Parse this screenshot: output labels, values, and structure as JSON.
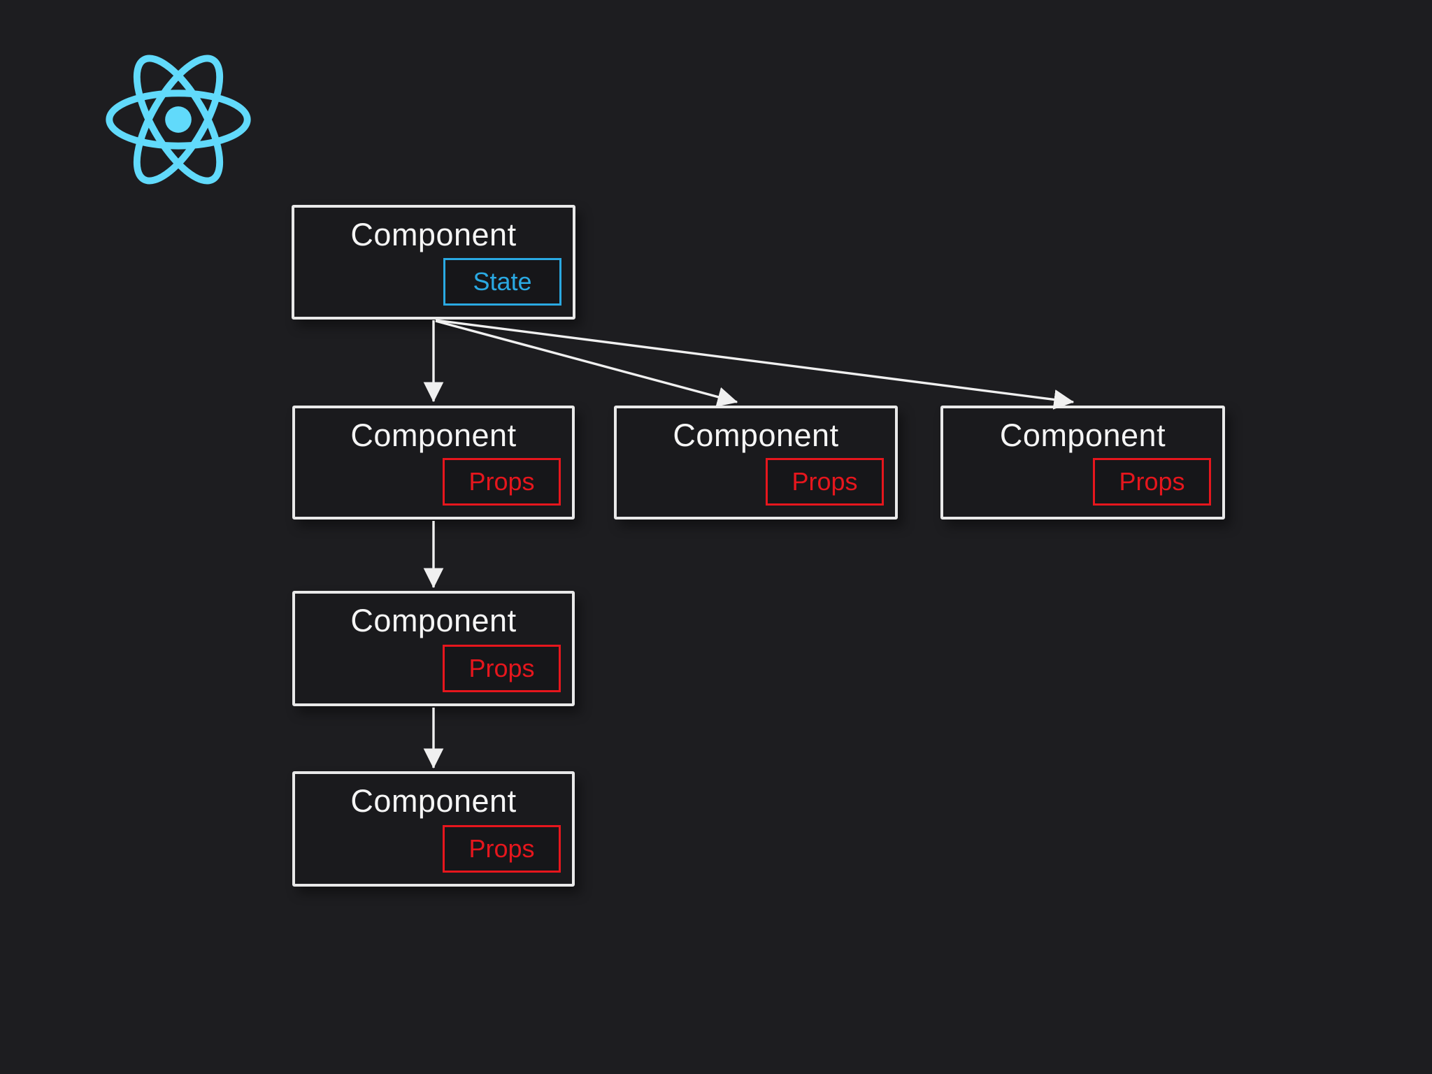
{
  "canvas": {
    "background": "#1d1d20"
  },
  "logo": {
    "icon": "react-logo",
    "color": "#61dafb"
  },
  "palette": {
    "node_border": "#e9e9e9",
    "node_fill": "#1a1a1d",
    "title_text": "#f5f5f5",
    "state_accent": "#2aa9e2",
    "props_accent": "#e6161d",
    "arrow": "#f0f0f0"
  },
  "nodes": {
    "root": {
      "label": "Component",
      "badge": "State"
    },
    "child1": {
      "label": "Component",
      "badge": "Props"
    },
    "child2": {
      "label": "Component",
      "badge": "Props"
    },
    "child3": {
      "label": "Component",
      "badge": "Props"
    },
    "grandchild1": {
      "label": "Component",
      "badge": "Props"
    },
    "greatGrandchild1": {
      "label": "Component",
      "badge": "Props"
    }
  },
  "edges": [
    {
      "from": "root",
      "to": "child1"
    },
    {
      "from": "root",
      "to": "child2"
    },
    {
      "from": "root",
      "to": "child3"
    },
    {
      "from": "child1",
      "to": "grandchild1"
    },
    {
      "from": "grandchild1",
      "to": "greatGrandchild1"
    }
  ]
}
